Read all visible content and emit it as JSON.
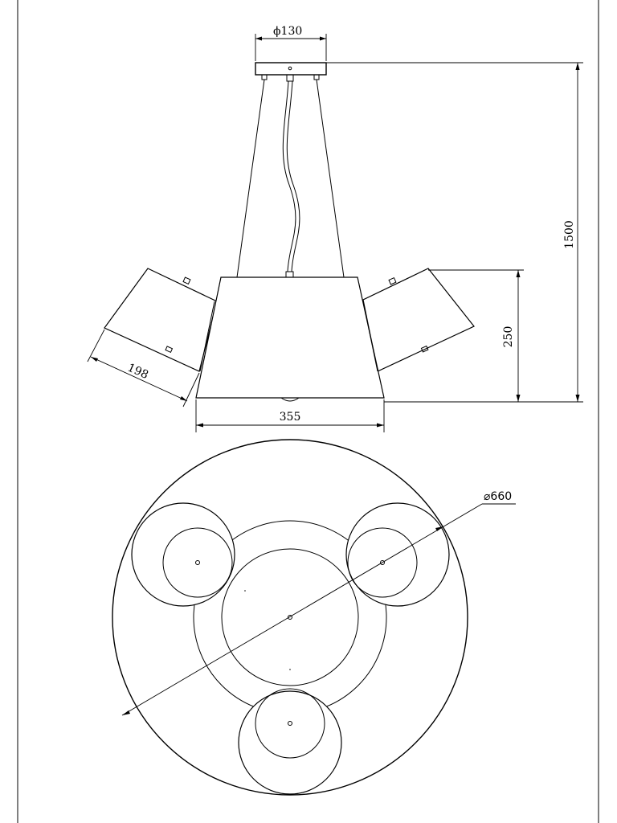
{
  "dimensions": {
    "canopy_diameter": "ϕ130",
    "overall_height": "1500",
    "shade_height": "250",
    "shade_width": "355",
    "side_shade_width": "198",
    "overall_diameter": "⌀660"
  }
}
